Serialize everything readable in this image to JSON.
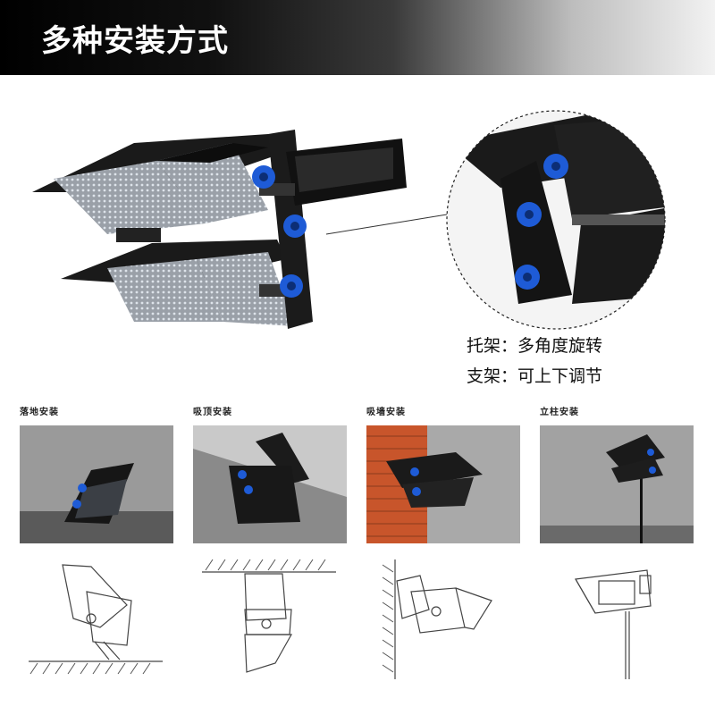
{
  "header": {
    "title": "多种安装方式"
  },
  "captions": {
    "bracket": "托架：多角度旋转",
    "support": "支架：可上下调节"
  },
  "methods": [
    {
      "label": "落地安装"
    },
    {
      "label": "吸顶安装"
    },
    {
      "label": "吸墙安装"
    },
    {
      "label": "立柱安装"
    }
  ],
  "colors": {
    "knob": "#1e5bd6",
    "housing": "#151515",
    "photo_bg": "#8e8e8e",
    "brick": "#c8552b"
  }
}
